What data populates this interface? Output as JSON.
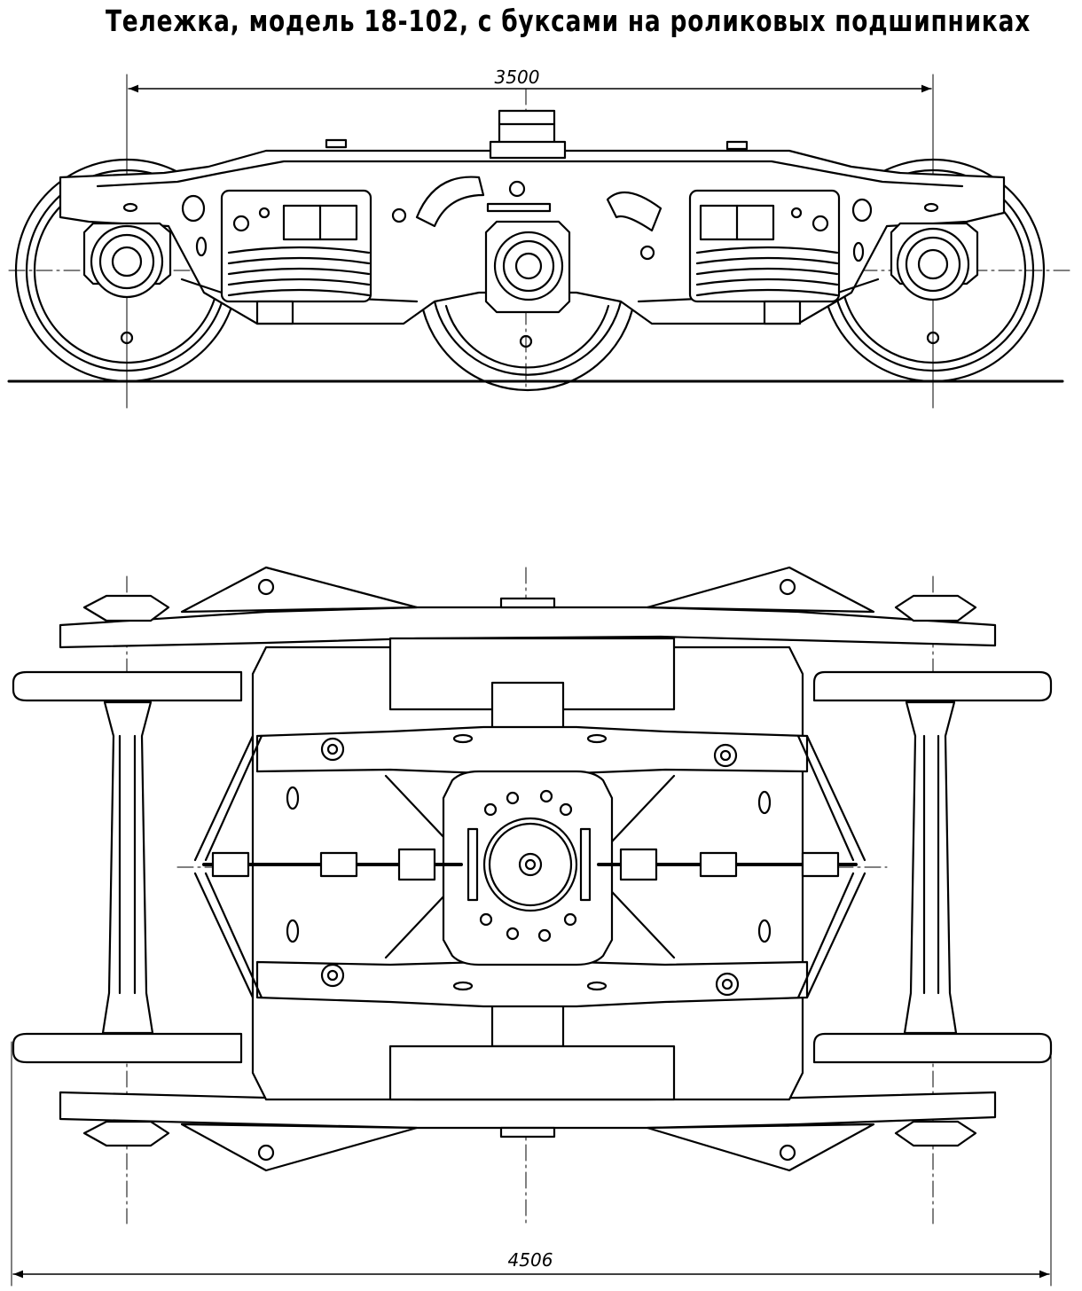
{
  "title": "Тележка, модель 18-102, с буксами на роликовых подшипниках",
  "dimensions": {
    "wheelbase": "3500",
    "overall_width": "4506"
  },
  "colors": {
    "line": "#000000",
    "background": "#ffffff"
  }
}
